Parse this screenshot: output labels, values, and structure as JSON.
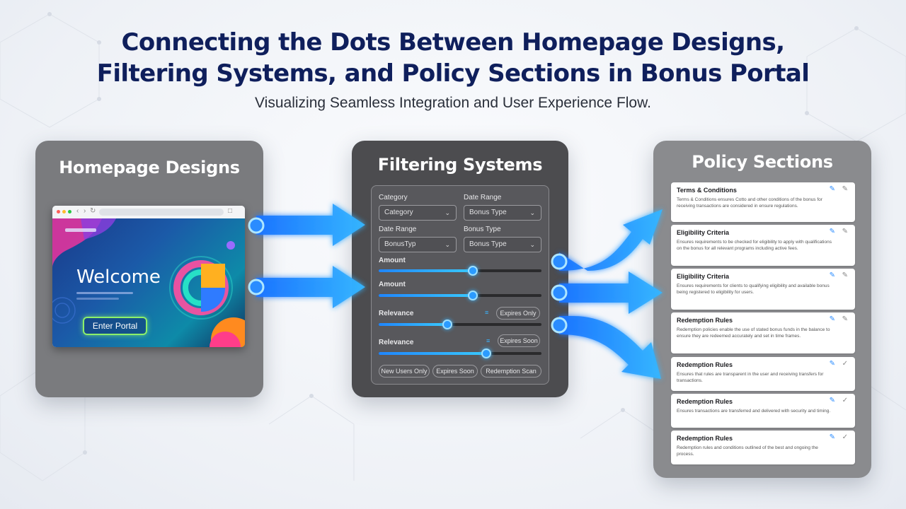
{
  "header": {
    "title_line1": "Connecting the Dots Between Homepage Designs,",
    "title_line2": "Filtering Systems, and Policy Sections in Bonus Portal",
    "subtitle": "Visualizing Seamless Integration and User Experience Flow."
  },
  "homepage": {
    "title": "Homepage Designs",
    "welcome": "Welcome",
    "button": "Enter Portal"
  },
  "filtering": {
    "title": "Filtering Systems",
    "label_category": "Category",
    "label_date_range_1": "Date Range",
    "select_category": "Category",
    "select_bonus_type_1": "Bonus Type",
    "label_date_range_2": "Date Range",
    "label_bonus_type": "Bonus Type",
    "select_bonus_typ": "BonusTyp",
    "select_bonus_type_2": "Bonus Type",
    "label_amount_1": "Amount",
    "label_amount_2": "Amount",
    "label_relevance_1": "Relevance",
    "pill_expires_only": "Expires Only",
    "label_relevance_2": "Relevance",
    "pill_expires_soon_1": "Expires Soon",
    "chips": [
      "New Users Only",
      "Expires Soon",
      "Redemption Scan"
    ],
    "slider_values": [
      0.58,
      0.58,
      0.42,
      0.66
    ]
  },
  "policy": {
    "title": "Policy Sections",
    "cards": [
      {
        "title": "Terms & Conditions",
        "text": "Terms & Conditions ensures Cotto and other conditions of the bonus for receiving transactions are considered in ensure regulations."
      },
      {
        "title": "Eligibility Criteria",
        "text": "Ensures requirements to be checked for eligibility to apply with qualifications on the bonus for all relevant programs including active fees."
      },
      {
        "title": "Eligibility Criteria",
        "text": "Ensures requirements for clients to qualifying eligibility and available bonus being registered to eligibility for users."
      },
      {
        "title": "Redemption Rules",
        "text": "Redemption policies enable the use of stated bonus funds in the balance to ensure they are redeemed accurately and set in time frames."
      },
      {
        "title": "Redemption Rules",
        "text": "Ensures that rules are transparent in the user and receiving transfers for transactions."
      },
      {
        "title": "Redemption Rules",
        "text": "Ensures transactions are transferred and delivered with security and timing."
      },
      {
        "title": "Redemption Rules",
        "text": "Redemption rules and conditions outlined of the best and ongoing the process."
      }
    ]
  },
  "colors": {
    "title": "#0f1f5c",
    "accent_blue": "#1f86ff",
    "glow": "#39c9ff",
    "button_border": "#8cf06a"
  }
}
